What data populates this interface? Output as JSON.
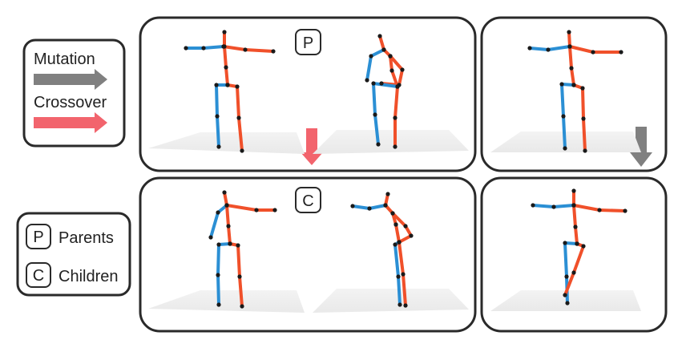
{
  "legend": {
    "mutation_label": "Mutation",
    "crossover_label": "Crossover",
    "parents_key": "P",
    "parents_label": "Parents",
    "children_key": "C",
    "children_label": "Children"
  },
  "panels": {
    "parents_tag": "P",
    "children_tag": "C"
  },
  "colors": {
    "left_limb": "#2b8fd4",
    "right_limb": "#f0502a",
    "joint": "#1a1a1a",
    "mutation_arrow": "#808080",
    "crossover_arrow": "#f2646d",
    "panel_border": "#2a2a2a"
  },
  "icons": [
    "mutation-arrow-icon",
    "crossover-arrow-icon"
  ]
}
